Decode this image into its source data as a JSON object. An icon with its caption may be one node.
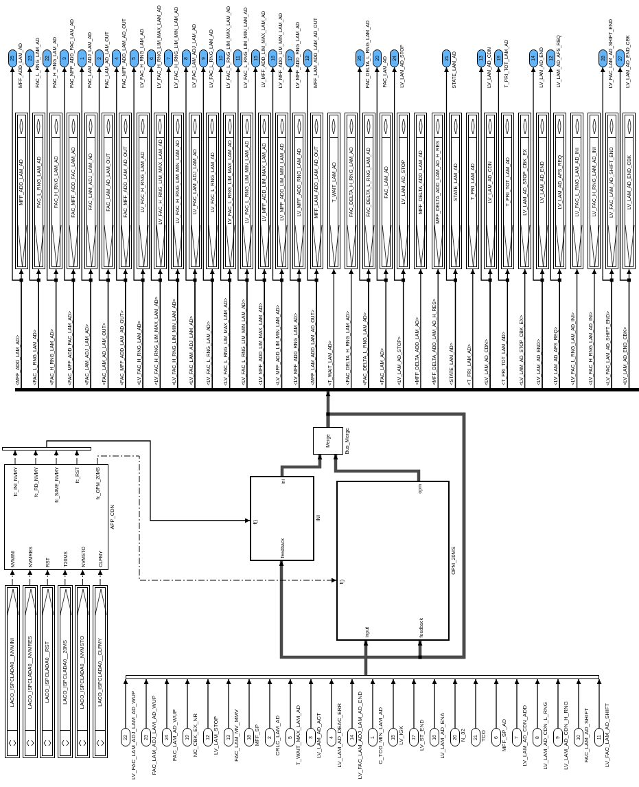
{
  "diagram": {
    "nodes": [
      {
        "text": [
          "25"
        ],
        "beside": [
          "MFF_ADD_LAM_AD"
        ]
      },
      {
        "text": [
          "23"
        ],
        "beside": [
          "FAC_L_RNG_LAM_AD"
        ]
      },
      {
        "text": [
          "22"
        ],
        "beside": [
          "FAC_H_RNG_LAM_AD"
        ]
      },
      {
        "text": [
          "3"
        ],
        "beside": [
          "FAC_MFF_ADD_FAC_LAM_AD"
        ]
      },
      {
        "text": [
          "1"
        ],
        "beside": [
          "FAC_LAM_ADJ_LAM_AD"
        ]
      },
      {
        "text": [
          "2"
        ],
        "beside": [
          "FAC_LAM_AD_LAM_OUT"
        ]
      },
      {
        "text": [
          "4"
        ],
        "beside": [
          "FAC_MFF_ADD_LAM_AD_OUT"
        ]
      },
      {
        "text": [
          "5"
        ],
        "beside": [
          "LV_FAC_H_RNG_LAM_AD"
        ]
      },
      {
        "text": [
          "6"
        ],
        "beside": [
          "LV_FAC_H_RNG_LIM_MAX_LAM_AD"
        ]
      },
      {
        "text": [
          "7"
        ],
        "beside": [
          "LV_FAC_H_RNG_LIM_MIN_LAM_AD"
        ]
      },
      {
        "text": [
          "8"
        ],
        "beside": [
          "LV_FAC_LAM_ADJ_LAM_AD"
        ]
      },
      {
        "text": [
          "9"
        ],
        "beside": [
          "LV_FAC_L_RNG_LAM_AD"
        ]
      },
      {
        "text": [
          "10"
        ],
        "beside": [
          "LV_FAC_L_RNG_LIM_MAX_LAM_AD"
        ]
      },
      {
        "text": [
          "11"
        ],
        "beside": [
          "LV_FAC_L_RNG_LIM_MIN_LAM_AD"
        ]
      },
      {
        "text": [
          "15"
        ],
        "beside": [
          "LV_MFF_ADD_LIM_MAX_LAM_AD"
        ]
      },
      {
        "text": [
          "16"
        ],
        "beside": [
          "LV_MFF_ADD_LIM_MIN_LAM_AD"
        ]
      },
      {
        "text": [
          "17"
        ],
        "beside": [
          "LV_MFF_ADD_RNG_LAM_AD"
        ]
      },
      {
        "text": [
          "18"
        ],
        "beside": [
          "MFF_LAM_ADD_LAM_AD_OUT"
        ]
      },
      {
        "text": [
          "26"
        ],
        "beside": [
          "FAC_DELTA_L_RNG_LAM_AD"
        ]
      },
      {
        "text": [
          "20"
        ],
        "beside": [
          "FAC_LAM_AD"
        ]
      },
      {
        "text": [
          "24"
        ],
        "beside": [
          "LV_LAM_AD_STOP"
        ]
      },
      {
        "text": [
          "21"
        ],
        "beside": [
          "STATE_LAM_AD"
        ]
      },
      {
        "text": [
          "13"
        ],
        "beside": [
          "LV_LAM_AD_CDN"
        ]
      },
      {
        "text": [
          "19"
        ],
        "beside": [
          "T_PRI_TOT_LAM_AD"
        ]
      },
      {
        "text": [
          "14"
        ],
        "beside": [
          "LV_LAM_AD_END"
        ]
      },
      {
        "text": [
          "12"
        ],
        "beside": [
          "LV_LAM_AD_AFS_REQ"
        ]
      },
      {
        "text": [
          "28"
        ],
        "beside": [
          "LV_FAC_LAM_AD_SHIFT_END"
        ]
      },
      {
        "text": [
          "27"
        ],
        "beside": [
          "LV_LAM_AD_END_CBK"
        ]
      },
      {
        "text": [
          "MFF_ADD_LAM_AD"
        ]
      },
      {
        "text": [
          "FAC_L_RNG_LAM_AD"
        ]
      },
      {
        "text": [
          "FAC_H_RNG_LAM_AD"
        ]
      },
      {
        "text": [
          "FAC_MFF_ADD_FAC_LAM_AD"
        ]
      },
      {
        "text": [
          "FAC_LAM_ADJ_LAM_AD"
        ]
      },
      {
        "text": [
          "FAC_LAM_AD_LAM_OUT"
        ]
      },
      {
        "text": [
          "FAC_MFF_ADD_LAM_AD_OUT"
        ]
      },
      {
        "text": [
          "LV_FAC_H_RNG_LAM_AD"
        ]
      },
      {
        "text": [
          "LV_FAC_H_RNG_LIM_MAX_LAM_AD"
        ]
      },
      {
        "text": [
          "LV_FAC_H_RNG_LIM_MIN_LAM_AD"
        ]
      },
      {
        "text": [
          "LV_FAC_LAM_ADJ_LAM_AD"
        ]
      },
      {
        "text": [
          "LV_FAC_L_RNG_LAM_AD"
        ]
      },
      {
        "text": [
          "LV_FAC_L_RNG_LIM_MAX_LAM_AD"
        ]
      },
      {
        "text": [
          "LV_FAC_L_RNG_LIM_MIN_LAM_AD"
        ]
      },
      {
        "text": [
          "LV_MFF_ADD_LIM_MAX_LAM_AD"
        ]
      },
      {
        "text": [
          "LV_MFF_ADD_LIM_MIN_LAM_AD"
        ]
      },
      {
        "text": [
          "LV_MFF_ADD_RNG_LAM_AD"
        ]
      },
      {
        "text": [
          "MFF_LAM_ADD_LAM_AD_OUT"
        ]
      },
      {
        "text": [
          "T_WAIT_LAM_AD"
        ]
      },
      {
        "text": [
          "FAC_DELTA_H_RNG_LAM_AD"
        ]
      },
      {
        "text": [
          "FAC_DELTA_L_RNG_LAM_AD"
        ]
      },
      {
        "text": [
          "FAC_LAM_AD"
        ]
      },
      {
        "text": [
          "LV_LAM_AD_STOP"
        ]
      },
      {
        "text": [
          "MFF_DELTA_ADD_LAM_AD"
        ]
      },
      {
        "text": [
          "MFF_DELTA_ADD_LAM_AD_H_RES"
        ]
      },
      {
        "text": [
          "STATE_LAM_AD"
        ]
      },
      {
        "text": [
          "T_PRI_LAM_AD"
        ]
      },
      {
        "text": [
          "LV_LAM_AD_CDN"
        ]
      },
      {
        "text": [
          "T_PRI_TOT_LAM_AD"
        ]
      },
      {
        "text": [
          "LV_LAM_AD_STOP_CBK_EX"
        ]
      },
      {
        "text": [
          "LV_LAM_AD_END"
        ]
      },
      {
        "text": [
          "LV_LAM_AD_AFS_REQ"
        ]
      },
      {
        "text": [
          "LV_FAC_L_RNG_LAM_AD_INI"
        ]
      },
      {
        "text": [
          "LV_FAC_H_RNG_LAM_AD_INI"
        ]
      },
      {
        "text": [
          "LV_FAC_LAM_AD_SHIFT_END"
        ]
      },
      {
        "text": [
          "LV_LAM_AD_END_CBK"
        ]
      },
      {
        "text": [],
        "shape": "bar"
      },
      {
        "text": [
          "Merge"
        ],
        "beside": [
          "Bus_Merge"
        ]
      },
      {
        "text": [],
        "shape": "bar"
      },
      {
        "text": [
          "fc_INI_NVMY",
          "fc_RD_NVMY",
          "fc_SAVE_NVMY",
          "fc_RST",
          "fc_OPM_20MS",
          "NVMINI",
          "NVMRES",
          "RST",
          "T20MS",
          "NVMSTO",
          "CLFMY"
        ],
        "beside": [
          "APP_CDN"
        ]
      },
      {
        "text": [
          "f()",
          "ini",
          "feedback"
        ],
        "beside": [
          "INI"
        ]
      },
      {
        "text": [
          "f()",
          "opm",
          "input",
          "feedback"
        ],
        "beside": [
          "OPM_20MS"
        ]
      },
      {
        "text": [
          "LACO_ISPCLADA0__NVMINI"
        ]
      },
      {
        "text": [
          "LACO_ISPCLADA0__NVMRES"
        ]
      },
      {
        "text": [
          "LACO_ISPCLADA0__RST"
        ]
      },
      {
        "text": [
          "LACO_ISPCLADA0__20MS"
        ]
      },
      {
        "text": [
          "LACO_ISPCLADA0__NVMSTO"
        ]
      },
      {
        "text": [
          "LACO_ISPCLADA0__CLFMY"
        ]
      },
      {
        "text": [],
        "shape": "bar"
      },
      {
        "text": [
          "22"
        ],
        "beside": [
          "LV_FAC_LAM_ADJ_LAM_AD_WUP"
        ]
      },
      {
        "text": [
          "23"
        ],
        "beside": [
          "FAC_LAM_ADJ_LAM_AD_WUP"
        ]
      },
      {
        "text": [
          "24"
        ],
        "beside": [
          "FAC_LAM_AD_WUP"
        ]
      },
      {
        "text": [
          "19"
        ],
        "beside": [
          "NC_CBK_EX_NR"
        ]
      },
      {
        "text": [
          "12"
        ],
        "beside": [
          "LV_LAM_STOP"
        ]
      },
      {
        "text": [
          "13"
        ],
        "beside": [
          "FAC_LAM_MV_MMV"
        ]
      },
      {
        "text": [
          "18"
        ],
        "beside": [
          "MFF_SP"
        ]
      },
      {
        "text": [
          "2"
        ],
        "beside": [
          "CRLC_LAM_AD"
        ]
      },
      {
        "text": [
          "5"
        ],
        "beside": [
          "T_WAIT_MAX_LAM_AD"
        ]
      },
      {
        "text": [
          "3"
        ],
        "beside": [
          "LV_LAM_AD_ACT"
        ]
      },
      {
        "text": [
          "4"
        ],
        "beside": [
          "LV_LAM_AD_DEAC_ERR"
        ]
      },
      {
        "text": [
          "14"
        ],
        "beside": [
          "LV_FAC_LAM_ADJ_LAM_AD_END"
        ]
      },
      {
        "text": [
          "1"
        ],
        "beside": [
          "C_TCO_MIN_LAM_AD"
        ]
      },
      {
        "text": [
          "15"
        ],
        "beside": [
          "LV_IGK"
        ]
      },
      {
        "text": [
          "17"
        ],
        "beside": [
          "LV_ST_END"
        ]
      },
      {
        "text": [
          "16"
        ],
        "beside": [
          "LV_LAM_AD_ENA"
        ]
      },
      {
        "text": [
          "20"
        ],
        "beside": [
          "N_32"
        ]
      },
      {
        "text": [
          "21"
        ],
        "beside": [
          "TCO"
        ]
      },
      {
        "text": [
          "6"
        ],
        "beside": [
          "MFF_SP_AD"
        ]
      },
      {
        "text": [
          "7"
        ],
        "beside": [
          "LV_LAM_AD_CDN_ADD"
        ]
      },
      {
        "text": [
          "8"
        ],
        "beside": [
          "LV_LAM_AD_CDN_L_RNG"
        ]
      },
      {
        "text": [
          "9"
        ],
        "beside": [
          "LV_LAM_AD_CDN_H_RNG"
        ]
      },
      {
        "text": [
          "10"
        ],
        "beside": [
          "FAC_LAM_AD_SHIFT"
        ]
      },
      {
        "text": [
          "11"
        ],
        "beside": [
          "LV_FAC_LAM_AD_SHIFT"
        ]
      }
    ],
    "edges": [
      {
        "from": 64,
        "to": 28,
        "arrow": "to",
        "label": "<MFF_ADD_LAM_AD>"
      },
      {
        "from": 64,
        "to": 29,
        "arrow": "to",
        "label": "<FAC_L_RNG_LAM_AD>"
      },
      {
        "from": 64,
        "to": 30,
        "arrow": "to",
        "label": "<FAC_H_RNG_LAM_AD>"
      },
      {
        "from": 64,
        "to": 31,
        "arrow": "to",
        "label": "<FAC_MFF_ADD_FAC_LAM_AD>"
      },
      {
        "from": 64,
        "to": 32,
        "arrow": "to",
        "label": "<FAC_LAM_ADJ_LAM_AD>"
      },
      {
        "from": 64,
        "to": 33,
        "arrow": "to",
        "label": "<FAC_LAM_AD_LAM_OUT>"
      },
      {
        "from": 64,
        "to": 34,
        "arrow": "to",
        "label": "<FAC_MFF_ADD_LAM_AD_OUT>"
      },
      {
        "from": 64,
        "to": 35,
        "arrow": "to",
        "label": "<LV_FAC_H_RNG_LAM_AD>"
      },
      {
        "from": 64,
        "to": 36,
        "arrow": "to",
        "label": "<LV_FAC_H_RNG_LIM_MAX_LAM_AD>"
      },
      {
        "from": 64,
        "to": 37,
        "arrow": "to",
        "label": "<LV_FAC_H_RNG_LIM_MIN_LAM_AD>"
      },
      {
        "from": 64,
        "to": 38,
        "arrow": "to",
        "label": "<LV_FAC_LAM_ADJ_LAM_AD>"
      },
      {
        "from": 64,
        "to": 39,
        "arrow": "to",
        "label": "<LV_FAC_L_RNG_LAM_AD>"
      },
      {
        "from": 64,
        "to": 40,
        "arrow": "to",
        "label": "<LV_FAC_L_RNG_LIM_MAX_LAM_AD>"
      },
      {
        "from": 64,
        "to": 41,
        "arrow": "to",
        "label": "<LV_FAC_L_RNG_LIM_MIN_LAM_AD>"
      },
      {
        "from": 64,
        "to": 42,
        "arrow": "to",
        "label": "<LV_MFF_ADD_LIM_MAX_LAM_AD>"
      },
      {
        "from": 64,
        "to": 43,
        "arrow": "to",
        "label": "<LV_MFF_ADD_LIM_MIN_LAM_AD>"
      },
      {
        "from": 64,
        "to": 44,
        "arrow": "to",
        "label": "<LV_MFF_ADD_RNG_LAM_AD>"
      },
      {
        "from": 64,
        "to": 45,
        "arrow": "to",
        "label": "<MFF_LAM_ADD_LAM_AD_OUT>"
      },
      {
        "from": 64,
        "to": 46,
        "arrow": "to",
        "label": "<T_WAIT_LAM_AD>"
      },
      {
        "from": 64,
        "to": 47,
        "arrow": "to",
        "label": "<FAC_DELTA_H_RNG_LAM_AD>"
      },
      {
        "from": 64,
        "to": 48,
        "arrow": "to",
        "label": "<FAC_DELTA_L_RNG_LAM_AD>"
      },
      {
        "from": 64,
        "to": 49,
        "arrow": "to",
        "label": "<FAC_LAM_AD>"
      },
      {
        "from": 64,
        "to": 50,
        "arrow": "to",
        "label": "<LV_LAM_AD_STOP>"
      },
      {
        "from": 64,
        "to": 51,
        "arrow": "to",
        "label": "<MFF_DELTA_ADD_LAM_AD>"
      },
      {
        "from": 64,
        "to": 52,
        "arrow": "to",
        "label": "<MFF_DELTA_ADD_LAM_AD_H_RES>"
      },
      {
        "from": 64,
        "to": 53,
        "arrow": "to",
        "label": "<STATE_LAM_AD>"
      },
      {
        "from": 64,
        "to": 54,
        "arrow": "to",
        "label": "<T_PRI_LAM_AD>"
      },
      {
        "from": 64,
        "to": 55,
        "arrow": "to",
        "label": "<LV_LAM_AD_CDN>"
      },
      {
        "from": 64,
        "to": 56,
        "arrow": "to",
        "label": "<T_PRI_TOT_LAM_AD>"
      },
      {
        "from": 64,
        "to": 57,
        "arrow": "to",
        "label": "<LV_LAM_AD_STOP_CBK_EX>"
      },
      {
        "from": 64,
        "to": 58,
        "arrow": "to",
        "label": "<LV_LAM_AD_END>"
      },
      {
        "from": 64,
        "to": 59,
        "arrow": "to",
        "label": "<LV_LAM_AD_AFS_REQ>"
      },
      {
        "from": 64,
        "to": 60,
        "arrow": "to",
        "label": "<LV_FAC_L_RNG_LAM_AD_INI>"
      },
      {
        "from": 64,
        "to": 61,
        "arrow": "to",
        "label": "<LV_FAC_H_RNG_LAM_AD_INI>"
      },
      {
        "from": 64,
        "to": 62,
        "arrow": "to",
        "label": "<LV_FAC_LAM_AD_SHIFT_END>"
      },
      {
        "from": 64,
        "to": 63,
        "arrow": "to",
        "label": "<LV_LAM_AD_END_CBK>"
      },
      {
        "from": 64,
        "to": 0,
        "arrow": "to"
      },
      {
        "from": 64,
        "to": 1,
        "arrow": "to"
      },
      {
        "from": 64,
        "to": 2,
        "arrow": "to"
      },
      {
        "from": 64,
        "to": 3,
        "arrow": "to"
      },
      {
        "from": 64,
        "to": 4,
        "arrow": "to"
      },
      {
        "from": 64,
        "to": 5,
        "arrow": "to"
      },
      {
        "from": 64,
        "to": 6,
        "arrow": "to"
      },
      {
        "from": 64,
        "to": 7,
        "arrow": "to"
      },
      {
        "from": 64,
        "to": 8,
        "arrow": "to"
      },
      {
        "from": 64,
        "to": 9,
        "arrow": "to"
      },
      {
        "from": 64,
        "to": 10,
        "arrow": "to"
      },
      {
        "from": 64,
        "to": 11,
        "arrow": "to"
      },
      {
        "from": 64,
        "to": 12,
        "arrow": "to"
      },
      {
        "from": 64,
        "to": 13,
        "arrow": "to"
      },
      {
        "from": 64,
        "to": 14,
        "arrow": "to"
      },
      {
        "from": 64,
        "to": 15,
        "arrow": "to"
      },
      {
        "from": 64,
        "to": 16,
        "arrow": "to"
      },
      {
        "from": 64,
        "to": 17,
        "arrow": "to"
      },
      {
        "from": 64,
        "to": 18,
        "arrow": "to"
      },
      {
        "from": 64,
        "to": 19,
        "arrow": "to"
      },
      {
        "from": 64,
        "to": 20,
        "arrow": "to"
      },
      {
        "from": 64,
        "to": 21,
        "arrow": "to"
      },
      {
        "from": 64,
        "to": 22,
        "arrow": "to"
      },
      {
        "from": 64,
        "to": 23,
        "arrow": "to"
      },
      {
        "from": 64,
        "to": 24,
        "arrow": "to"
      },
      {
        "from": 64,
        "to": 25,
        "arrow": "to"
      },
      {
        "from": 64,
        "to": 26,
        "arrow": "to"
      },
      {
        "from": 64,
        "to": 27,
        "arrow": "to"
      },
      {
        "from": 65,
        "to": 64,
        "arrow": "to",
        "style": "thick"
      },
      {
        "from": 68,
        "to": 65,
        "arrow": "to",
        "style": "thick"
      },
      {
        "from": 69,
        "to": 65,
        "arrow": "to",
        "style": "thick"
      },
      {
        "from": 65,
        "to": 68,
        "arrow": "to",
        "style": "thick"
      },
      {
        "from": 65,
        "to": 69,
        "arrow": "to",
        "style": "thick"
      },
      {
        "from": 67,
        "to": 66,
        "arrow": "to",
        "style": "dashed"
      },
      {
        "from": 67,
        "to": 66,
        "arrow": "to",
        "style": "dashed"
      },
      {
        "from": 67,
        "to": 66,
        "arrow": "to",
        "style": "dashed"
      },
      {
        "from": 67,
        "to": 66,
        "arrow": "to",
        "style": "dashed"
      },
      {
        "from": 66,
        "to": 68,
        "arrow": "to"
      },
      {
        "from": 67,
        "to": 69,
        "arrow": "to",
        "style": "dashed"
      },
      {
        "from": 70,
        "to": 67,
        "arrow": "to",
        "style": "dashed"
      },
      {
        "from": 71,
        "to": 67,
        "arrow": "to",
        "style": "dashed"
      },
      {
        "from": 72,
        "to": 67,
        "arrow": "to",
        "style": "dashed"
      },
      {
        "from": 73,
        "to": 67,
        "arrow": "to",
        "style": "dashed"
      },
      {
        "from": 74,
        "to": 67,
        "arrow": "to",
        "style": "dashed"
      },
      {
        "from": 75,
        "to": 67,
        "arrow": "to",
        "style": "dashed"
      },
      {
        "from": 77,
        "to": 76,
        "arrow": "to"
      },
      {
        "from": 78,
        "to": 76,
        "arrow": "to"
      },
      {
        "from": 79,
        "to": 76,
        "arrow": "to"
      },
      {
        "from": 80,
        "to": 76,
        "arrow": "to"
      },
      {
        "from": 81,
        "to": 76,
        "arrow": "to"
      },
      {
        "from": 82,
        "to": 76,
        "arrow": "to"
      },
      {
        "from": 83,
        "to": 76,
        "arrow": "to"
      },
      {
        "from": 84,
        "to": 76,
        "arrow": "to"
      },
      {
        "from": 85,
        "to": 76,
        "arrow": "to"
      },
      {
        "from": 86,
        "to": 76,
        "arrow": "to"
      },
      {
        "from": 87,
        "to": 76,
        "arrow": "to"
      },
      {
        "from": 88,
        "to": 76,
        "arrow": "to"
      },
      {
        "from": 89,
        "to": 76,
        "arrow": "to"
      },
      {
        "from": 90,
        "to": 76,
        "arrow": "to"
      },
      {
        "from": 91,
        "to": 76,
        "arrow": "to"
      },
      {
        "from": 92,
        "to": 76,
        "arrow": "to"
      },
      {
        "from": 93,
        "to": 76,
        "arrow": "to"
      },
      {
        "from": 94,
        "to": 76,
        "arrow": "to"
      },
      {
        "from": 95,
        "to": 76,
        "arrow": "to"
      },
      {
        "from": 96,
        "to": 76,
        "arrow": "to"
      },
      {
        "from": 97,
        "to": 76,
        "arrow": "to"
      },
      {
        "from": 98,
        "to": 76,
        "arrow": "to"
      },
      {
        "from": 99,
        "to": 76,
        "arrow": "to"
      },
      {
        "from": 100,
        "to": 76,
        "arrow": "to"
      },
      {
        "from": 76,
        "to": 69,
        "arrow": "to",
        "style": "thick"
      }
    ]
  }
}
